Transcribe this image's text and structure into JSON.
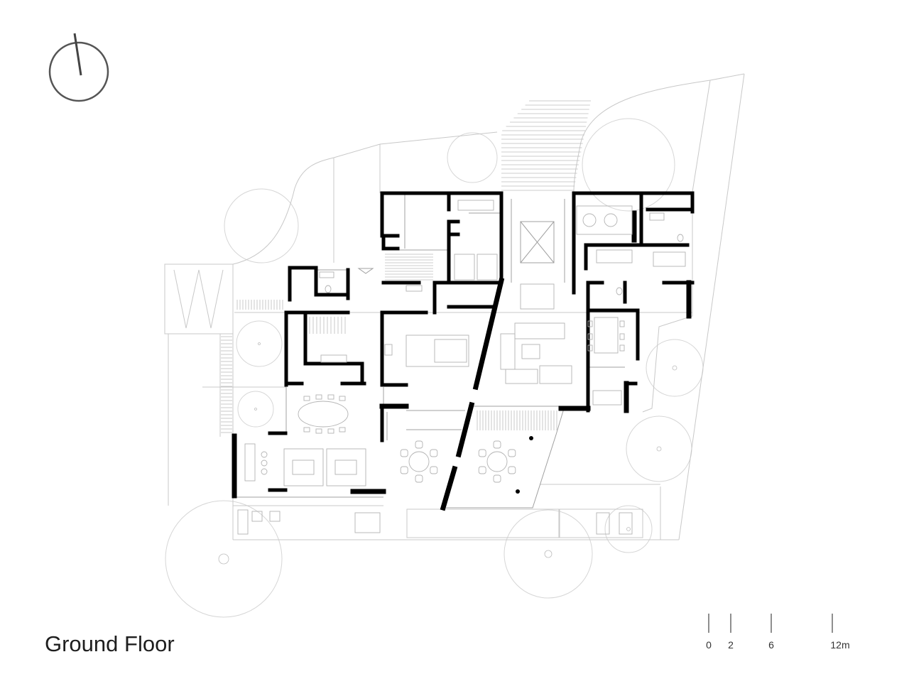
{
  "title": "Ground Floor",
  "scale_bar": {
    "labels": [
      "0",
      "2",
      "6",
      "12m"
    ]
  },
  "north_arrow": {
    "icon": "north-arrow-icon"
  },
  "colors": {
    "walls": "#000000",
    "site_lines": "#c8c8c8",
    "furniture": "#b3b3b3",
    "north_arrow": "#555555",
    "trees": "#d6d6d6"
  }
}
